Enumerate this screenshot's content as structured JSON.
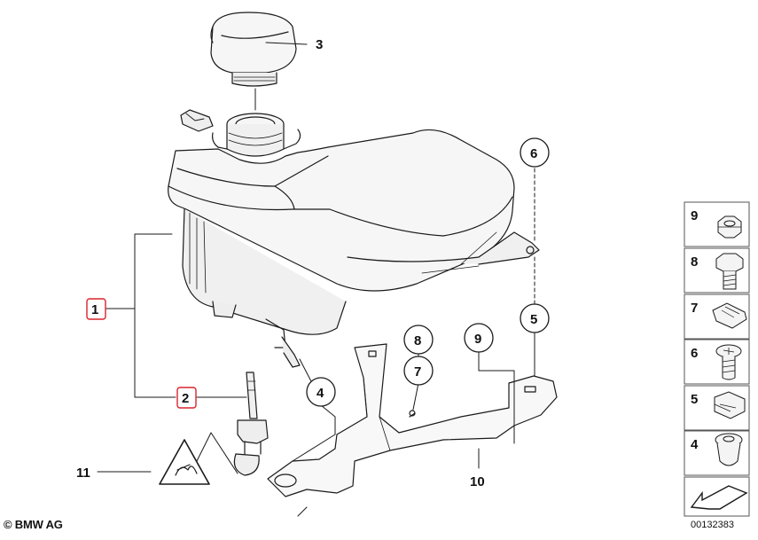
{
  "callouts": {
    "c1": "1",
    "c2": "2",
    "c3": "3",
    "c4": "4",
    "c5": "5",
    "c6": "6",
    "c7": "7",
    "c8": "8",
    "c9": "9",
    "c10": "10",
    "c11": "11"
  },
  "sidebar": {
    "items": [
      {
        "label": "9",
        "part": "hex-nut"
      },
      {
        "label": "8",
        "part": "hex-bolt"
      },
      {
        "label": "7",
        "part": "spring-clip"
      },
      {
        "label": "6",
        "part": "torx-screw"
      },
      {
        "label": "5",
        "part": "clip-nut"
      },
      {
        "label": "4",
        "part": "rubber-grommet"
      }
    ],
    "arrow_icon": "direction-arrow-icon"
  },
  "footer": {
    "copyright": "© BMW AG",
    "diagram_id": "00132383"
  },
  "colors": {
    "line": "#1a1a1a",
    "highlight_border": "#d9242b",
    "part_fill": "#f4f4f4"
  }
}
